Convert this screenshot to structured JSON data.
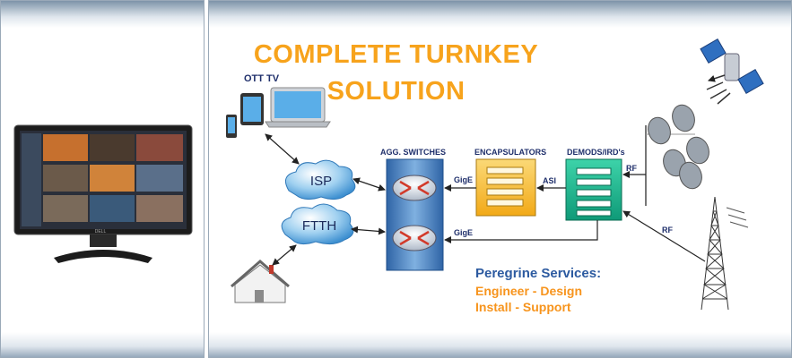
{
  "title": {
    "line1": "COMPLETE TURNKEY",
    "line2": "SOLUTION"
  },
  "monitor": {
    "brand": "DELL"
  },
  "ott": {
    "label": "OTT TV"
  },
  "clouds": {
    "isp": "ISP",
    "ftth": "FTTH"
  },
  "boxes": {
    "agg_switches": "AGG. SWITCHES",
    "encapsulators": "ENCAPSULATORS",
    "demods": "DEMODS/IRD's"
  },
  "links": {
    "gige_top": "GigE",
    "gige_bottom": "GigE",
    "asi": "ASI",
    "rf_top": "RF",
    "rf_bottom": "RF"
  },
  "services": {
    "title": "Peregrine Services:",
    "line1": "Engineer - Design",
    "line2": "Install - Support"
  },
  "colors": {
    "title": "#f7a31c",
    "services_title": "#2c5aa0",
    "services_text": "#f7941d",
    "encapsulator": "#f9c23c",
    "demod": "#19b890",
    "switch": "#3c76b8"
  }
}
